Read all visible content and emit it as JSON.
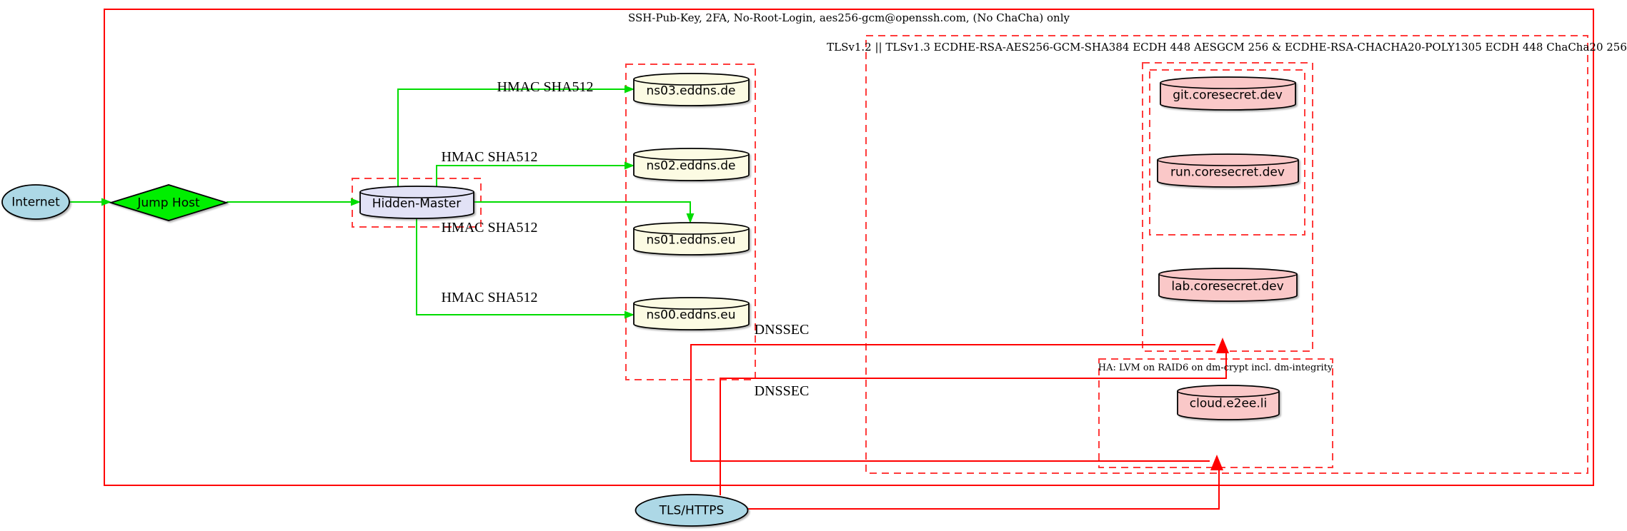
{
  "diagram": {
    "clusters": {
      "ssh": "SSH-Pub-Key, 2FA, No-Root-Login, aes256-gcm@openssh.com, (No ChaCha) only",
      "tls": "TLSv1.2 || TLSv1.3 ECDHE-RSA-AES256-GCM-SHA384 ECDH 448 AESGCM 256 & ECDHE-RSA-CHACHA20-POLY1305 ECDH 448 ChaCha20 256",
      "ha": "HA: LVM on RAID6 on dm-crypt incl. dm-integrity"
    },
    "nodes": {
      "internet": "Internet",
      "jump_host": "Jump Host",
      "hidden_master": "Hidden-Master",
      "ns03": "ns03.eddns.de",
      "ns02": "ns02.eddns.de",
      "ns01": "ns01.eddns.eu",
      "ns00": "ns00.eddns.eu",
      "git": "git.coresecret.dev",
      "run": "run.coresecret.dev",
      "lab": "lab.coresecret.dev",
      "cloud": "cloud.e2ee.li",
      "tls_https": "TLS/HTTPS"
    },
    "edge_labels": {
      "hmac_ns03": "HMAC SHA512",
      "hmac_ns02": "HMAC SHA512",
      "hmac_ns01": "HMAC SHA512",
      "hmac_ns00": "HMAC SHA512",
      "dnssec_1": "DNSSEC",
      "dnssec_2": "DNSSEC"
    },
    "colors": {
      "edge_green": "#00dc00",
      "node_green": "#00ef00",
      "solid_red": "#ff0000",
      "dashed_red": "#ff3b3b",
      "lightblue": "#add8e6",
      "lavender": "#e2e2f6",
      "lightyellow": "#fcfbe3",
      "pink": "#fac8c8"
    }
  }
}
